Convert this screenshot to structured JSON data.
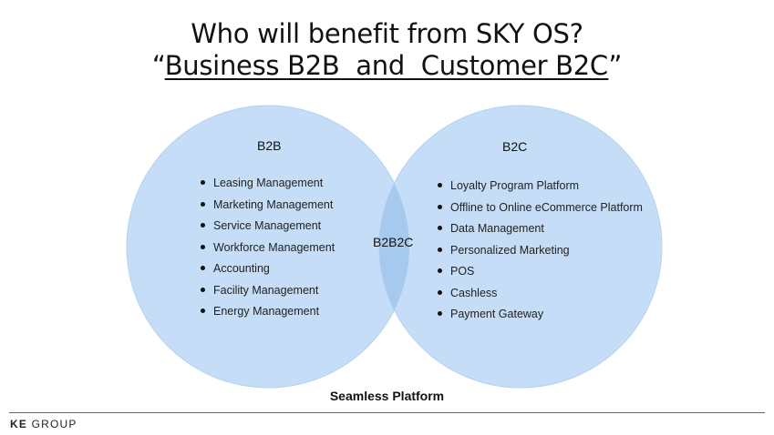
{
  "title": {
    "line1": "Who will benefit from SKY OS?",
    "line2_open_quote": "“",
    "line2_underlined": "Business B2B  and  Customer B2C",
    "line2_close_quote": "”"
  },
  "venn": {
    "left": {
      "label": "B2B",
      "items": [
        "Leasing Management",
        "Marketing Management",
        "Service Management",
        "Workforce Management",
        "Accounting",
        "Facility Management",
        "Energy Management"
      ]
    },
    "right": {
      "label": "B2C",
      "items": [
        "Loyalty Program Platform",
        "Offline to Online eCommerce Platform",
        "Data Management",
        "Personalized Marketing",
        "POS",
        "Cashless",
        "Payment Gateway"
      ]
    },
    "overlap_label": "B2B2C",
    "footer_label": "Seamless Platform",
    "colors": {
      "circle_fill": "#c5ddf6",
      "overlap_fill": "#a6c9ee",
      "circle_stroke": "#b3d1f2"
    }
  },
  "footer": {
    "brand_bold": "KE",
    "brand_rest": " GROUP"
  }
}
